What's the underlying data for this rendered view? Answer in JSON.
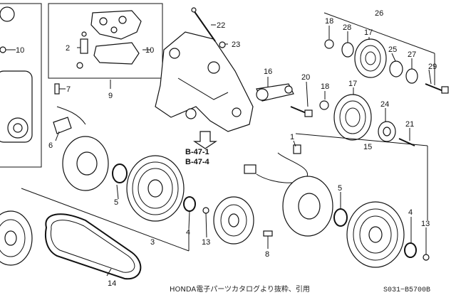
{
  "diagram": {
    "callouts": {
      "c1": "1",
      "c2": "2",
      "c3": "3",
      "c4a": "4",
      "c4b": "4",
      "c5a": "5",
      "c5b": "5",
      "c6": "6",
      "c7": "7",
      "c8": "8",
      "c9": "9",
      "c10a": "10",
      "c10b": "10",
      "c13a": "13",
      "c13b": "13",
      "c14": "14",
      "c15": "15",
      "c16": "16",
      "c17a": "17",
      "c17b": "17",
      "c18a": "18",
      "c18b": "18",
      "c20": "20",
      "c21": "21",
      "c22": "22",
      "c23": "23",
      "c24": "24",
      "c25": "25",
      "c26": "26",
      "c27": "27",
      "c28": "28",
      "c29": "29"
    },
    "ref_1": "B-47-1",
    "ref_2": "B-47-4",
    "footer_note": "HONDA電子パーツカタログより抜粋、引用",
    "diagram_code": "S031−B5700B"
  }
}
